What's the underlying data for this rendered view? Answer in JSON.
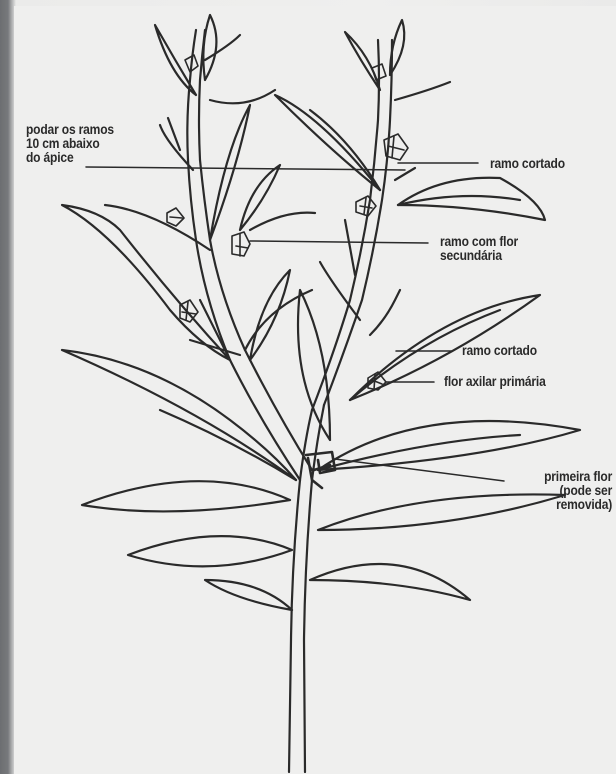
{
  "labels": {
    "podar": {
      "lines": [
        "podar os ramos",
        "10 cm abaixo",
        "do ápice"
      ]
    },
    "ramo_cortado_top": {
      "lines": [
        "ramo cortado"
      ]
    },
    "ramo_flor_secundaria": {
      "lines": [
        "ramo com flor",
        "secundária"
      ]
    },
    "ramo_cortado_mid": {
      "lines": [
        "ramo cortado"
      ]
    },
    "flor_axilar": {
      "lines": [
        "flor axilar primária"
      ]
    },
    "primeira_flor": {
      "lines": [
        "primeira flor",
        "(pode ser",
        "removida)"
      ]
    }
  },
  "colors": {
    "ink": "#2a2a2a",
    "paper": "#efefee",
    "scan_edge": "#6f7174"
  }
}
